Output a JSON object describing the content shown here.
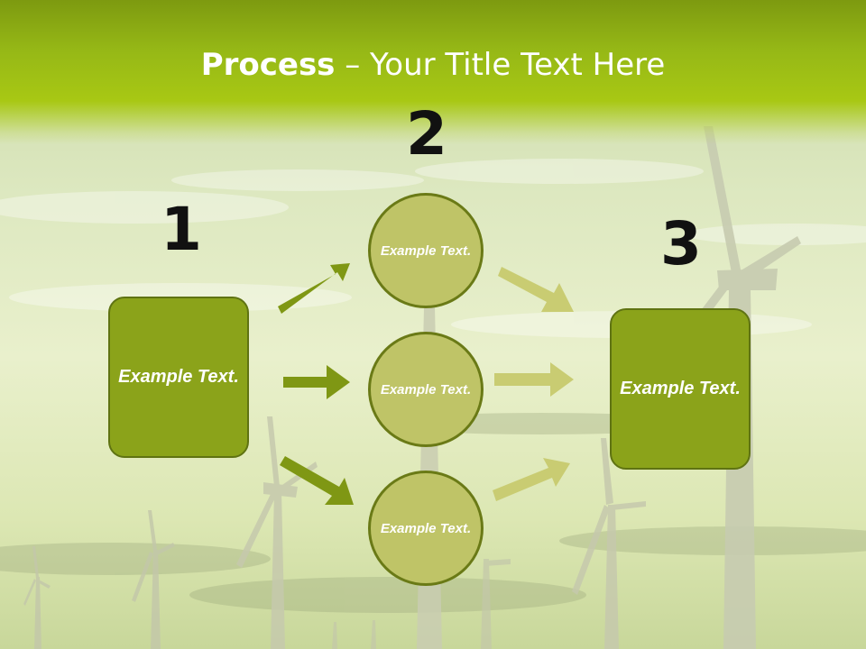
{
  "title": {
    "bold": "Process",
    "rest": " – Your Title Text Here"
  },
  "steps": {
    "n1": "1",
    "n2": "2",
    "n3": "3"
  },
  "boxes": {
    "left": "Example Text.",
    "right": "Example Text."
  },
  "circles": {
    "top": "Example Text.",
    "middle": "Example Text.",
    "bottom": "Example Text."
  },
  "colors": {
    "title_band": "#96b816",
    "box_fill": "#8ba31a",
    "circle_fill": "#bfc467",
    "arrow_dark": "#7f9714",
    "arrow_light": "#c9cc72"
  }
}
